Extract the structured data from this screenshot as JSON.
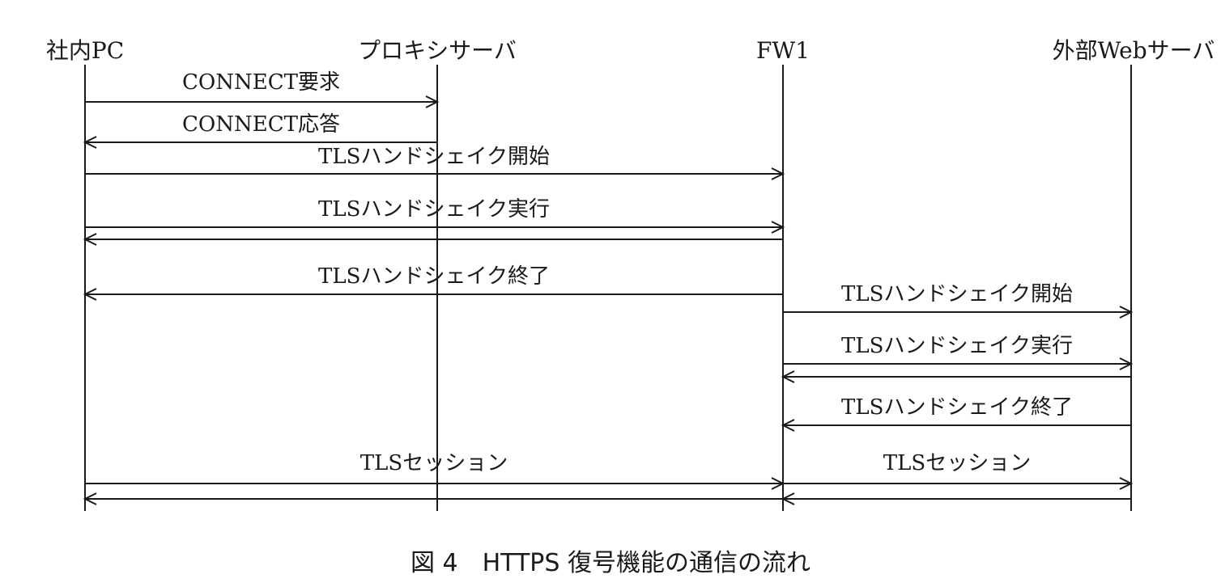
{
  "participants": [
    {
      "id": "pc",
      "label": "社内PC"
    },
    {
      "id": "proxy",
      "label": "プロキシサーバ"
    },
    {
      "id": "fw1",
      "label": "FW1"
    },
    {
      "id": "web",
      "label": "外部Webサーバ"
    }
  ],
  "messages": [
    {
      "label": "CONNECT要求",
      "from": "pc",
      "to": "proxy"
    },
    {
      "label": "CONNECT応答",
      "from": "proxy",
      "to": "pc"
    },
    {
      "label": "TLSハンドシェイク開始",
      "from": "pc",
      "to": "fw1"
    },
    {
      "label": "TLSハンドシェイク実行",
      "from": "pc",
      "to": "fw1"
    },
    {
      "label": "",
      "from": "fw1",
      "to": "pc"
    },
    {
      "label": "TLSハンドシェイク終了",
      "from": "fw1",
      "to": "pc"
    },
    {
      "label": "TLSハンドシェイク開始",
      "from": "fw1",
      "to": "web"
    },
    {
      "label": "TLSハンドシェイク実行",
      "from": "fw1",
      "to": "web"
    },
    {
      "label": "",
      "from": "web",
      "to": "fw1"
    },
    {
      "label": "TLSハンドシェイク終了",
      "from": "web",
      "to": "fw1"
    },
    {
      "label": "TLSセッション",
      "from": "pc",
      "to": "fw1"
    },
    {
      "label": "",
      "from": "fw1",
      "to": "pc"
    },
    {
      "label": "TLSセッション",
      "from": "fw1",
      "to": "web"
    },
    {
      "label": "",
      "from": "web",
      "to": "fw1"
    }
  ],
  "caption": "図 4　HTTPS 復号機能の通信の流れ"
}
